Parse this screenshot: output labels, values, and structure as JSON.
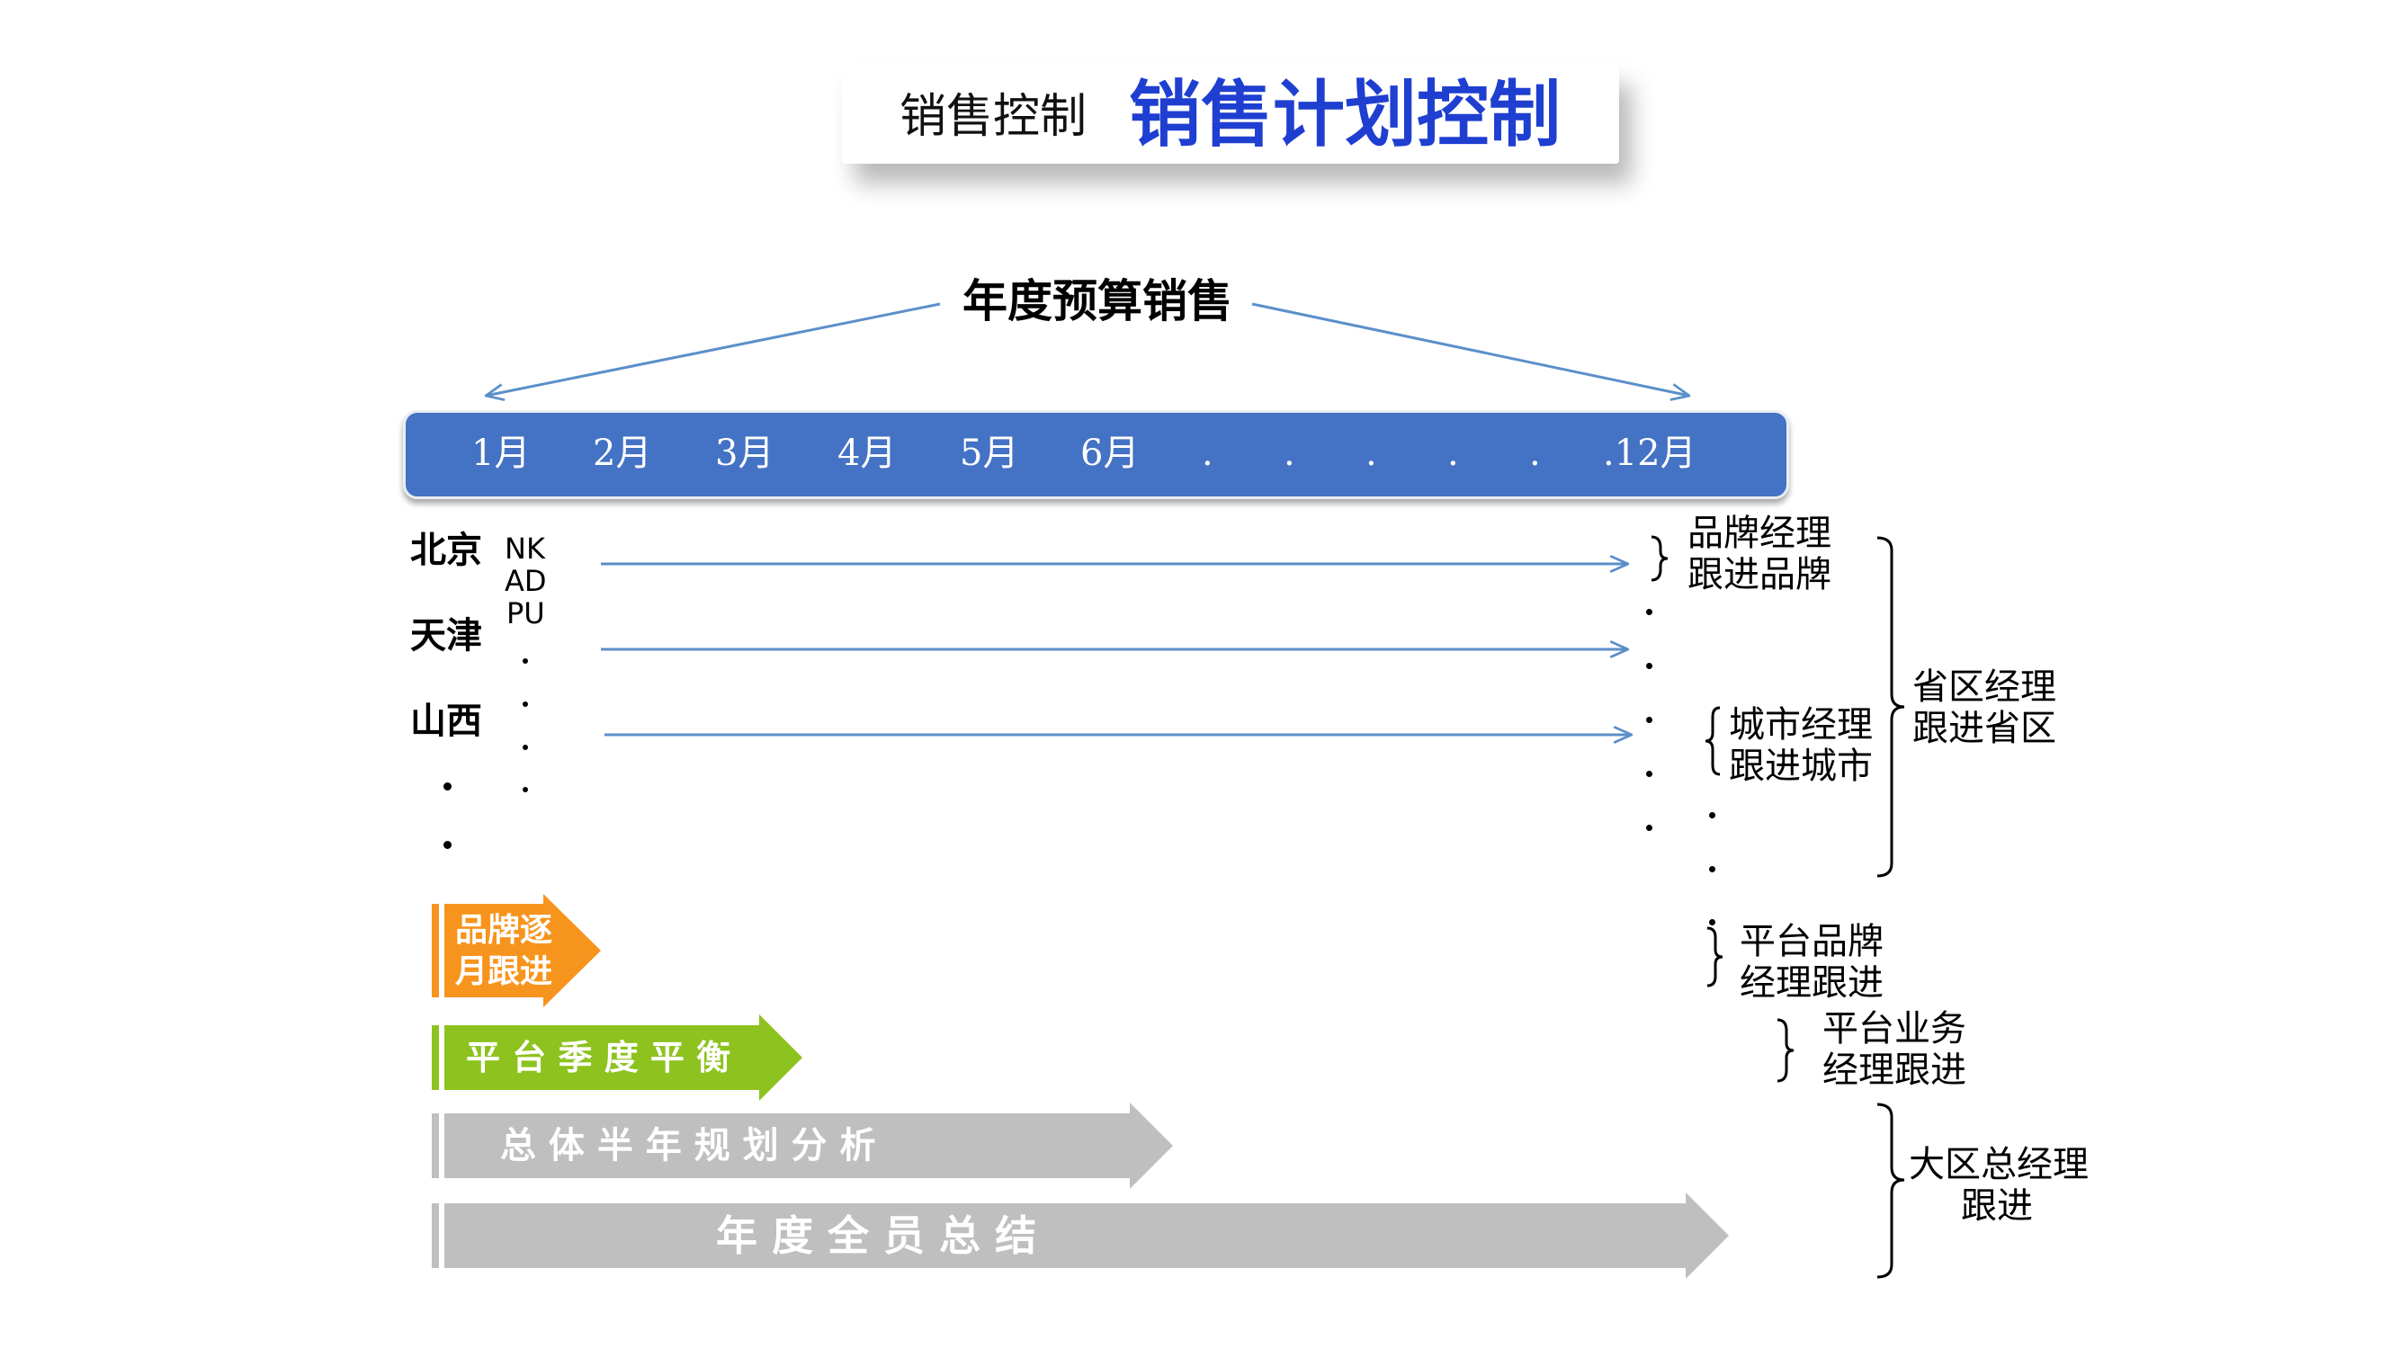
{
  "header": {
    "subtitle": "销售控制",
    "title": "销售计划控制"
  },
  "budget": {
    "label": "年度预算销售"
  },
  "months": [
    "1月",
    "2月",
    "3月",
    "4月",
    "5月",
    "6月",
    ".",
    ".",
    ".",
    ".",
    ".",
    ".12月"
  ],
  "regions": {
    "cities": [
      "北京",
      "天津",
      "山西"
    ]
  },
  "brands": [
    "NK",
    "AD",
    "PU"
  ],
  "responsibilities": {
    "brand_manager": [
      "品牌经理",
      "跟进品牌"
    ],
    "city_manager": [
      "城市经理",
      "跟进城市"
    ],
    "province_manager": [
      "省区经理",
      "跟进省区"
    ],
    "platform_brand_manager": [
      "平台品牌",
      "经理跟进"
    ],
    "platform_business_manager": [
      "平台业务",
      "经理跟进"
    ],
    "regional_general_manager": [
      "大区总经理",
      "跟进"
    ]
  },
  "phases": {
    "brand_monthly": [
      "品牌逐",
      "月跟进"
    ],
    "platform_quarterly": "平 台 季 度 平 衡",
    "half_year": "总  体  半  年  规  划  分  析",
    "annual": "年      度      全      员      总      结"
  },
  "colors": {
    "accent_blue": "#1f3fd1",
    "month_bar": "#4472c4",
    "connector": "#5b8fc9",
    "orange": "#f7941d",
    "green": "#8dc21f",
    "gray": "#bfbfbf"
  }
}
